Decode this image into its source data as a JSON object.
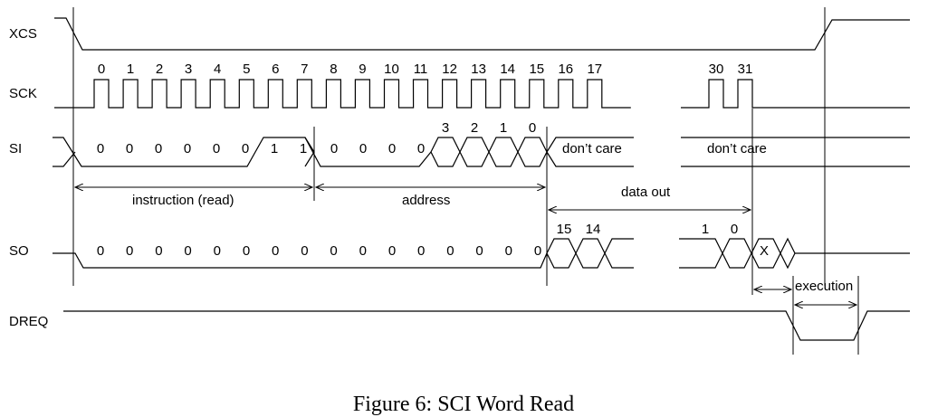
{
  "signals": {
    "xcs": "XCS",
    "sck": "SCK",
    "si": "SI",
    "so": "SO",
    "dreq": "DREQ"
  },
  "sck_clock_numbers": [
    "0",
    "1",
    "2",
    "3",
    "4",
    "5",
    "6",
    "7",
    "8",
    "9",
    "10",
    "11",
    "12",
    "13",
    "14",
    "15",
    "16",
    "17"
  ],
  "sck_clock_numbers_end": [
    "30",
    "31"
  ],
  "si_instruction_bits": [
    "0",
    "0",
    "0",
    "0",
    "0",
    "0",
    "1",
    "1"
  ],
  "si_address_bits_low": [
    "0",
    "0",
    "0",
    "0"
  ],
  "si_address_bits_high": [
    "3",
    "2",
    "1",
    "0"
  ],
  "si_dont_care_1": "don’t care",
  "si_dont_care_2": "don’t care",
  "so_zero_bits": [
    "0",
    "0",
    "0",
    "0",
    "0",
    "0",
    "0",
    "0",
    "0",
    "0",
    "0",
    "0",
    "0",
    "0",
    "0",
    "0"
  ],
  "so_data_bits_start": [
    "15",
    "14"
  ],
  "so_data_bits_end": [
    "1",
    "0"
  ],
  "so_x": "X",
  "annotations": {
    "instruction": "instruction (read)",
    "address": "address",
    "data_out": "data out",
    "execution": "execution"
  },
  "caption": "Figure 6: SCI Word Read"
}
